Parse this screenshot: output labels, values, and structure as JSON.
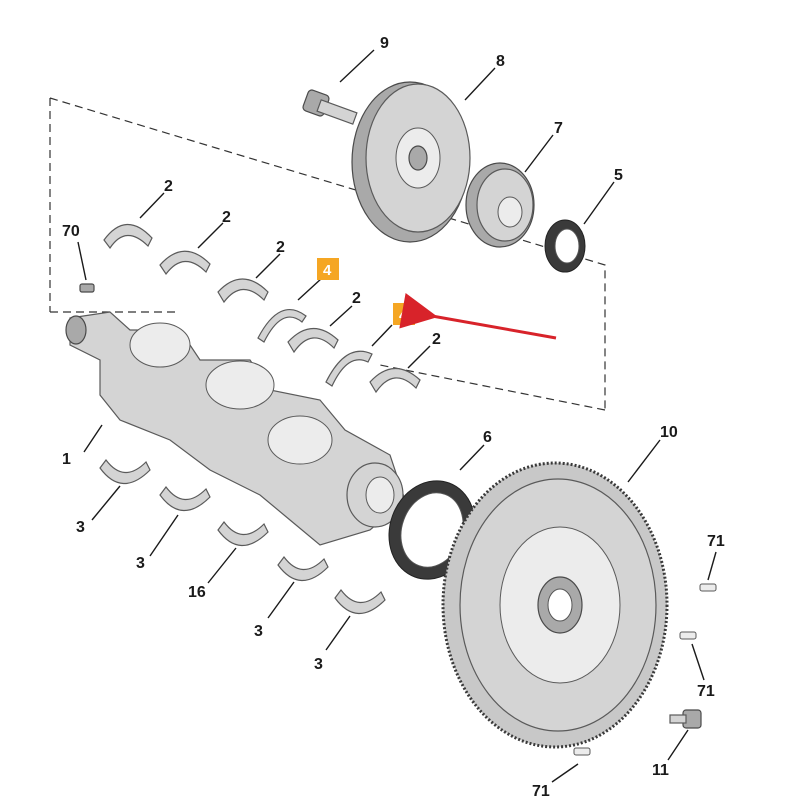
{
  "callouts": {
    "c9": "9",
    "c8": "8",
    "c7": "7",
    "c5": "5",
    "c70": "70",
    "c2a": "2",
    "c2b": "2",
    "c2c": "2",
    "c2d": "2",
    "c2e": "2",
    "c4a": "4",
    "c4b": "4",
    "c1": "1",
    "c6": "6",
    "c10": "10",
    "c3a": "3",
    "c3b": "3",
    "c3c": "3",
    "c3d": "3",
    "c16": "16",
    "c71a": "71",
    "c71b": "71",
    "c71c": "71",
    "c11": "11"
  },
  "colors": {
    "highlight": "#f5a623",
    "arrow": "#d8232a",
    "part_fill": "#d4d4d4",
    "outline": "#5a5a5a"
  }
}
